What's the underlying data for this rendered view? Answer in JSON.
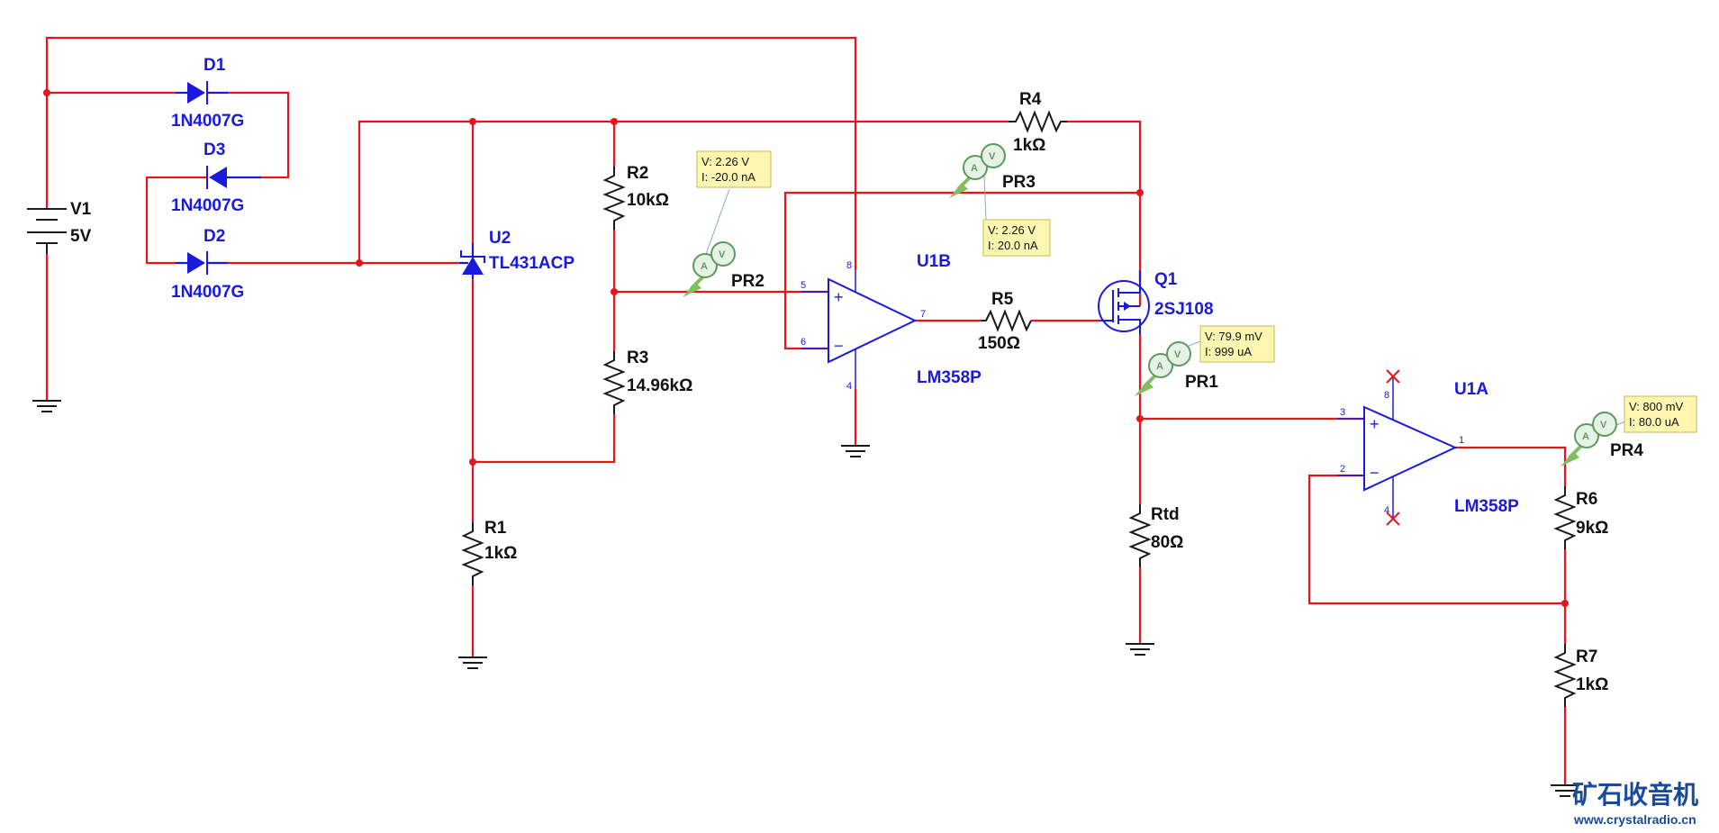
{
  "components": {
    "V1": {
      "ref": "V1",
      "value": "5V"
    },
    "D1": {
      "ref": "D1",
      "value": "1N4007G"
    },
    "D2": {
      "ref": "D2",
      "value": "1N4007G"
    },
    "D3": {
      "ref": "D3",
      "value": "1N4007G"
    },
    "U2": {
      "ref": "U2",
      "value": "TL431ACP"
    },
    "R1": {
      "ref": "R1",
      "value": "1kΩ"
    },
    "R2": {
      "ref": "R2",
      "value": "10kΩ"
    },
    "R3": {
      "ref": "R3",
      "value": "14.96kΩ"
    },
    "R4": {
      "ref": "R4",
      "value": "1kΩ"
    },
    "R5": {
      "ref": "R5",
      "value": "150Ω"
    },
    "R6": {
      "ref": "R6",
      "value": "9kΩ"
    },
    "R7": {
      "ref": "R7",
      "value": "1kΩ"
    },
    "Rtd": {
      "ref": "Rtd",
      "value": "80Ω"
    },
    "Q1": {
      "ref": "Q1",
      "value": "2SJ108"
    },
    "U1B": {
      "ref": "U1B",
      "value": "LM358P",
      "pins": [
        "5",
        "6",
        "7",
        "8",
        "4"
      ]
    },
    "U1A": {
      "ref": "U1A",
      "value": "LM358P",
      "pins": [
        "3",
        "2",
        "1",
        "8",
        "4"
      ]
    }
  },
  "probes": {
    "PR1": {
      "name": "PR1",
      "voltage": "V: 79.9 mV",
      "current": "I: 999 uA"
    },
    "PR2": {
      "name": "PR2",
      "voltage": "V: 2.26 V",
      "current": "I: -20.0 nA"
    },
    "PR3": {
      "name": "PR3",
      "voltage": "V: 2.26 V",
      "current": "I: 20.0 nA"
    },
    "PR4": {
      "name": "PR4",
      "voltage": "V: 800 mV",
      "current": "I: 80.0 uA"
    }
  },
  "meter_label": "AV",
  "watermark": {
    "title": "矿石收音机",
    "url": "www.crystalradio.cn"
  },
  "colors": {
    "wire": "#e8141b",
    "component_label": "#1a1adc",
    "probe_box": "#fdf6b0"
  }
}
